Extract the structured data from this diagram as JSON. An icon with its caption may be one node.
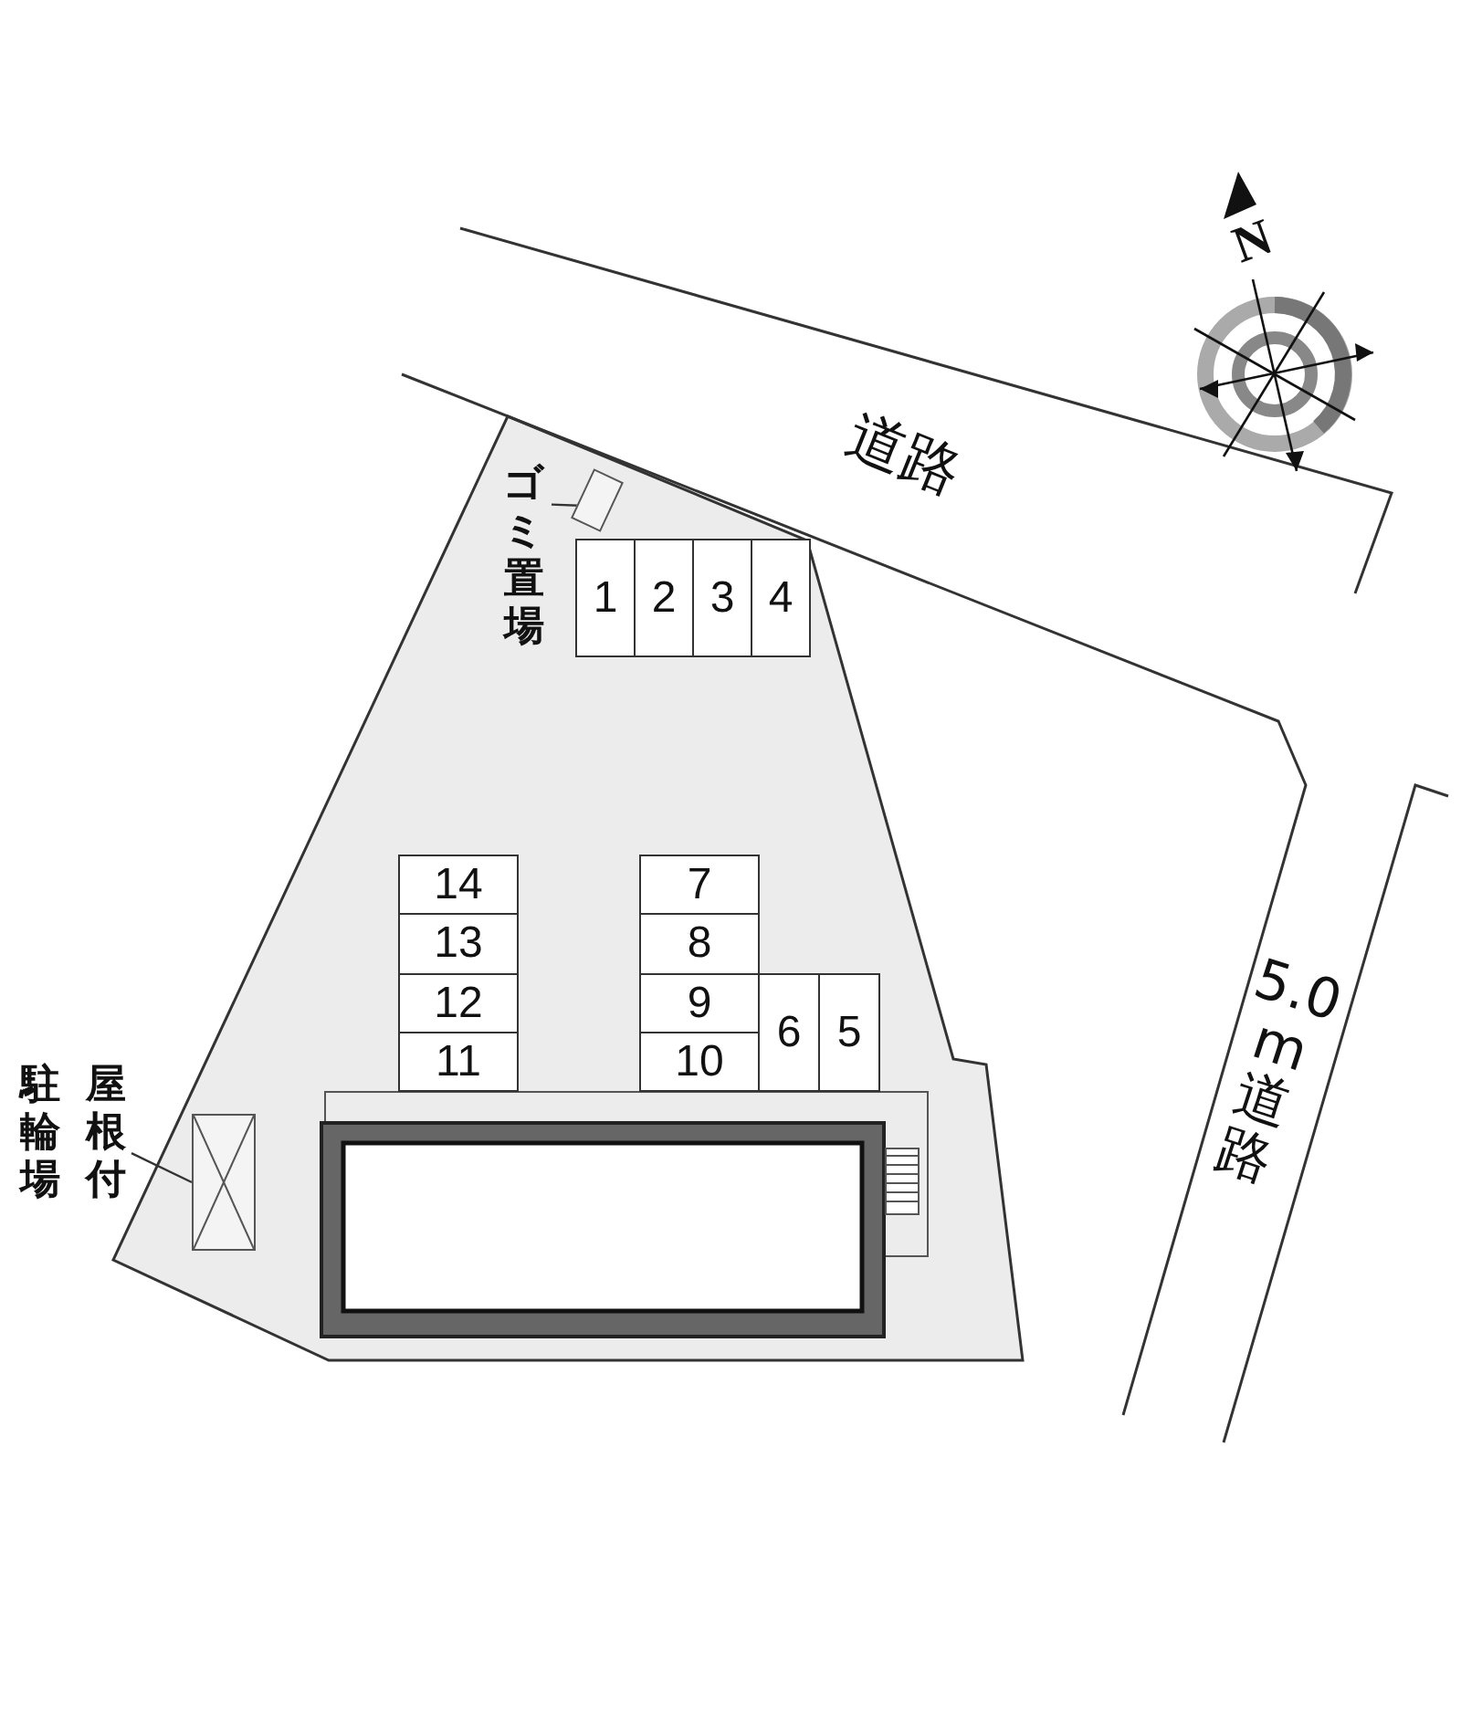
{
  "diagram": {
    "nodes": [
      {
        "text": [
          "ゴミ置場"
        ]
      },
      {
        "text": [],
        "shape": "box"
      },
      {
        "text": [
          "屋根付駐輪場"
        ]
      },
      {
        "text": [],
        "shape": "box"
      },
      {
        "text": [
          "1"
        ]
      },
      {
        "text": [
          "2"
        ]
      },
      {
        "text": [
          "3"
        ]
      },
      {
        "text": [
          "4"
        ]
      },
      {
        "text": [
          "5"
        ]
      },
      {
        "text": [
          "6"
        ]
      },
      {
        "text": [
          "7"
        ]
      },
      {
        "text": [
          "8"
        ]
      },
      {
        "text": [
          "9"
        ]
      },
      {
        "text": [
          "10"
        ]
      },
      {
        "text": [
          "11"
        ]
      },
      {
        "text": [
          "12"
        ]
      },
      {
        "text": [
          "13"
        ]
      },
      {
        "text": [
          "14"
        ]
      }
    ],
    "edges": [
      {
        "from": 0,
        "to": 1,
        "arrow": "none"
      },
      {
        "from": 2,
        "to": 3,
        "arrow": "none"
      }
    ],
    "labels": [
      "N",
      "道路",
      "5.0m道路"
    ]
  }
}
